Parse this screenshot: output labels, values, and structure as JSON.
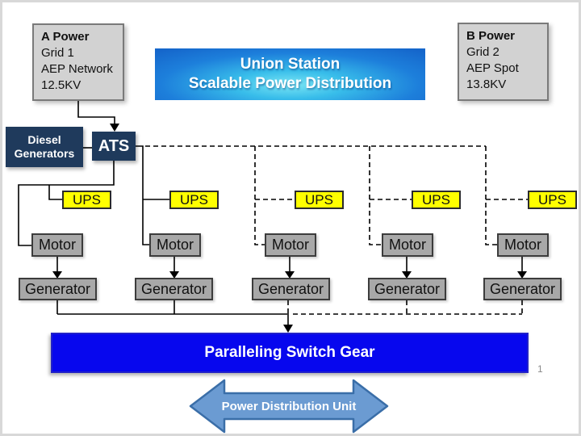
{
  "slide": {
    "page_number": "1"
  },
  "title": {
    "line1": "Union Station",
    "line2": "Scalable Power Distribution"
  },
  "sources": {
    "a_power": {
      "lines": [
        "A Power",
        "Grid 1",
        "AEP Network",
        "12.5KV"
      ]
    },
    "b_power": {
      "lines": [
        "B Power",
        "Grid 2",
        "AEP Spot",
        "13.8KV"
      ]
    }
  },
  "diesel_generators": {
    "lines": [
      "Diesel",
      "Generators"
    ]
  },
  "ats": {
    "label": "ATS"
  },
  "columns": [
    {
      "ups": "UPS",
      "motor": "Motor",
      "generator": "Generator",
      "feed": "solid"
    },
    {
      "ups": "UPS",
      "motor": "Motor",
      "generator": "Generator",
      "feed": "solid"
    },
    {
      "ups": "UPS",
      "motor": "Motor",
      "generator": "Generator",
      "feed": "dashed"
    },
    {
      "ups": "UPS",
      "motor": "Motor",
      "generator": "Generator",
      "feed": "dashed"
    },
    {
      "ups": "UPS",
      "motor": "Motor",
      "generator": "Generator",
      "feed": "dashed"
    }
  ],
  "switch_gear": {
    "label": "Paralleling Switch Gear"
  },
  "pdu": {
    "label": "Power Distribution Unit"
  },
  "colors": {
    "title_gradient_outer": "#1566cb",
    "title_gradient_center": "#38bdea",
    "source_box_fill": "#d2d2d2",
    "navy_box_fill": "#1f3a5c",
    "ups_fill": "#ffff00",
    "equipment_fill": "#a8a8a8",
    "switch_gear_fill": "#0707ee",
    "pdu_fill": "#6b9bd2",
    "pdu_border": "#3a6ea8",
    "line_color": "#000000"
  }
}
